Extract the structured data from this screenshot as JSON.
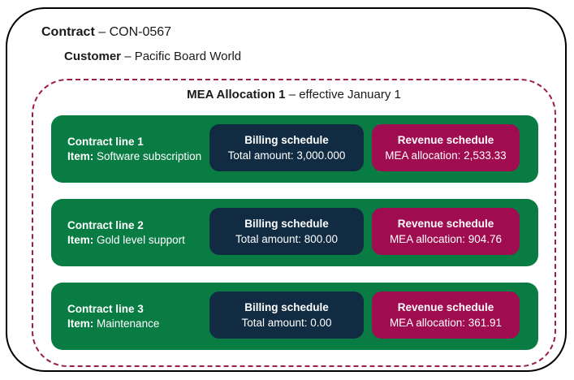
{
  "header": {
    "contract_label": "Contract",
    "contract_rest": "– CON-0567",
    "customer_label": "Customer",
    "customer_rest": "– Pacific Board World"
  },
  "mea": {
    "title_bold": "MEA Allocation 1",
    "title_rest": "– effective January 1"
  },
  "rows": [
    {
      "line": "Contract line 1",
      "item_label": "Item:",
      "item": "Software subscription",
      "billing_title": "Billing schedule",
      "billing_label": "Total amount:",
      "billing_amount": "3,000.000",
      "revenue_title": "Revenue schedule",
      "revenue_label": "MEA allocation:",
      "revenue_amount": "2,533.33"
    },
    {
      "line": "Contract line 2",
      "item_label": "Item:",
      "item": "Gold level support",
      "billing_title": "Billing schedule",
      "billing_label": "Total amount:",
      "billing_amount": "800.00",
      "revenue_title": "Revenue schedule",
      "revenue_label": "MEA allocation:",
      "revenue_amount": "904.76"
    },
    {
      "line": "Contract line 3",
      "item_label": "Item:",
      "item": "Maintenance",
      "billing_title": "Billing schedule",
      "billing_label": "Total amount:",
      "billing_amount": "0.00",
      "revenue_title": "Revenue schedule",
      "revenue_label": "MEA allocation:",
      "revenue_amount": "361.91"
    }
  ],
  "colors": {
    "green": "#097c43",
    "navy": "#112c42",
    "crimson": "#a00c50",
    "dashed_border": "#9b1b4d",
    "outer_border": "#000000"
  }
}
